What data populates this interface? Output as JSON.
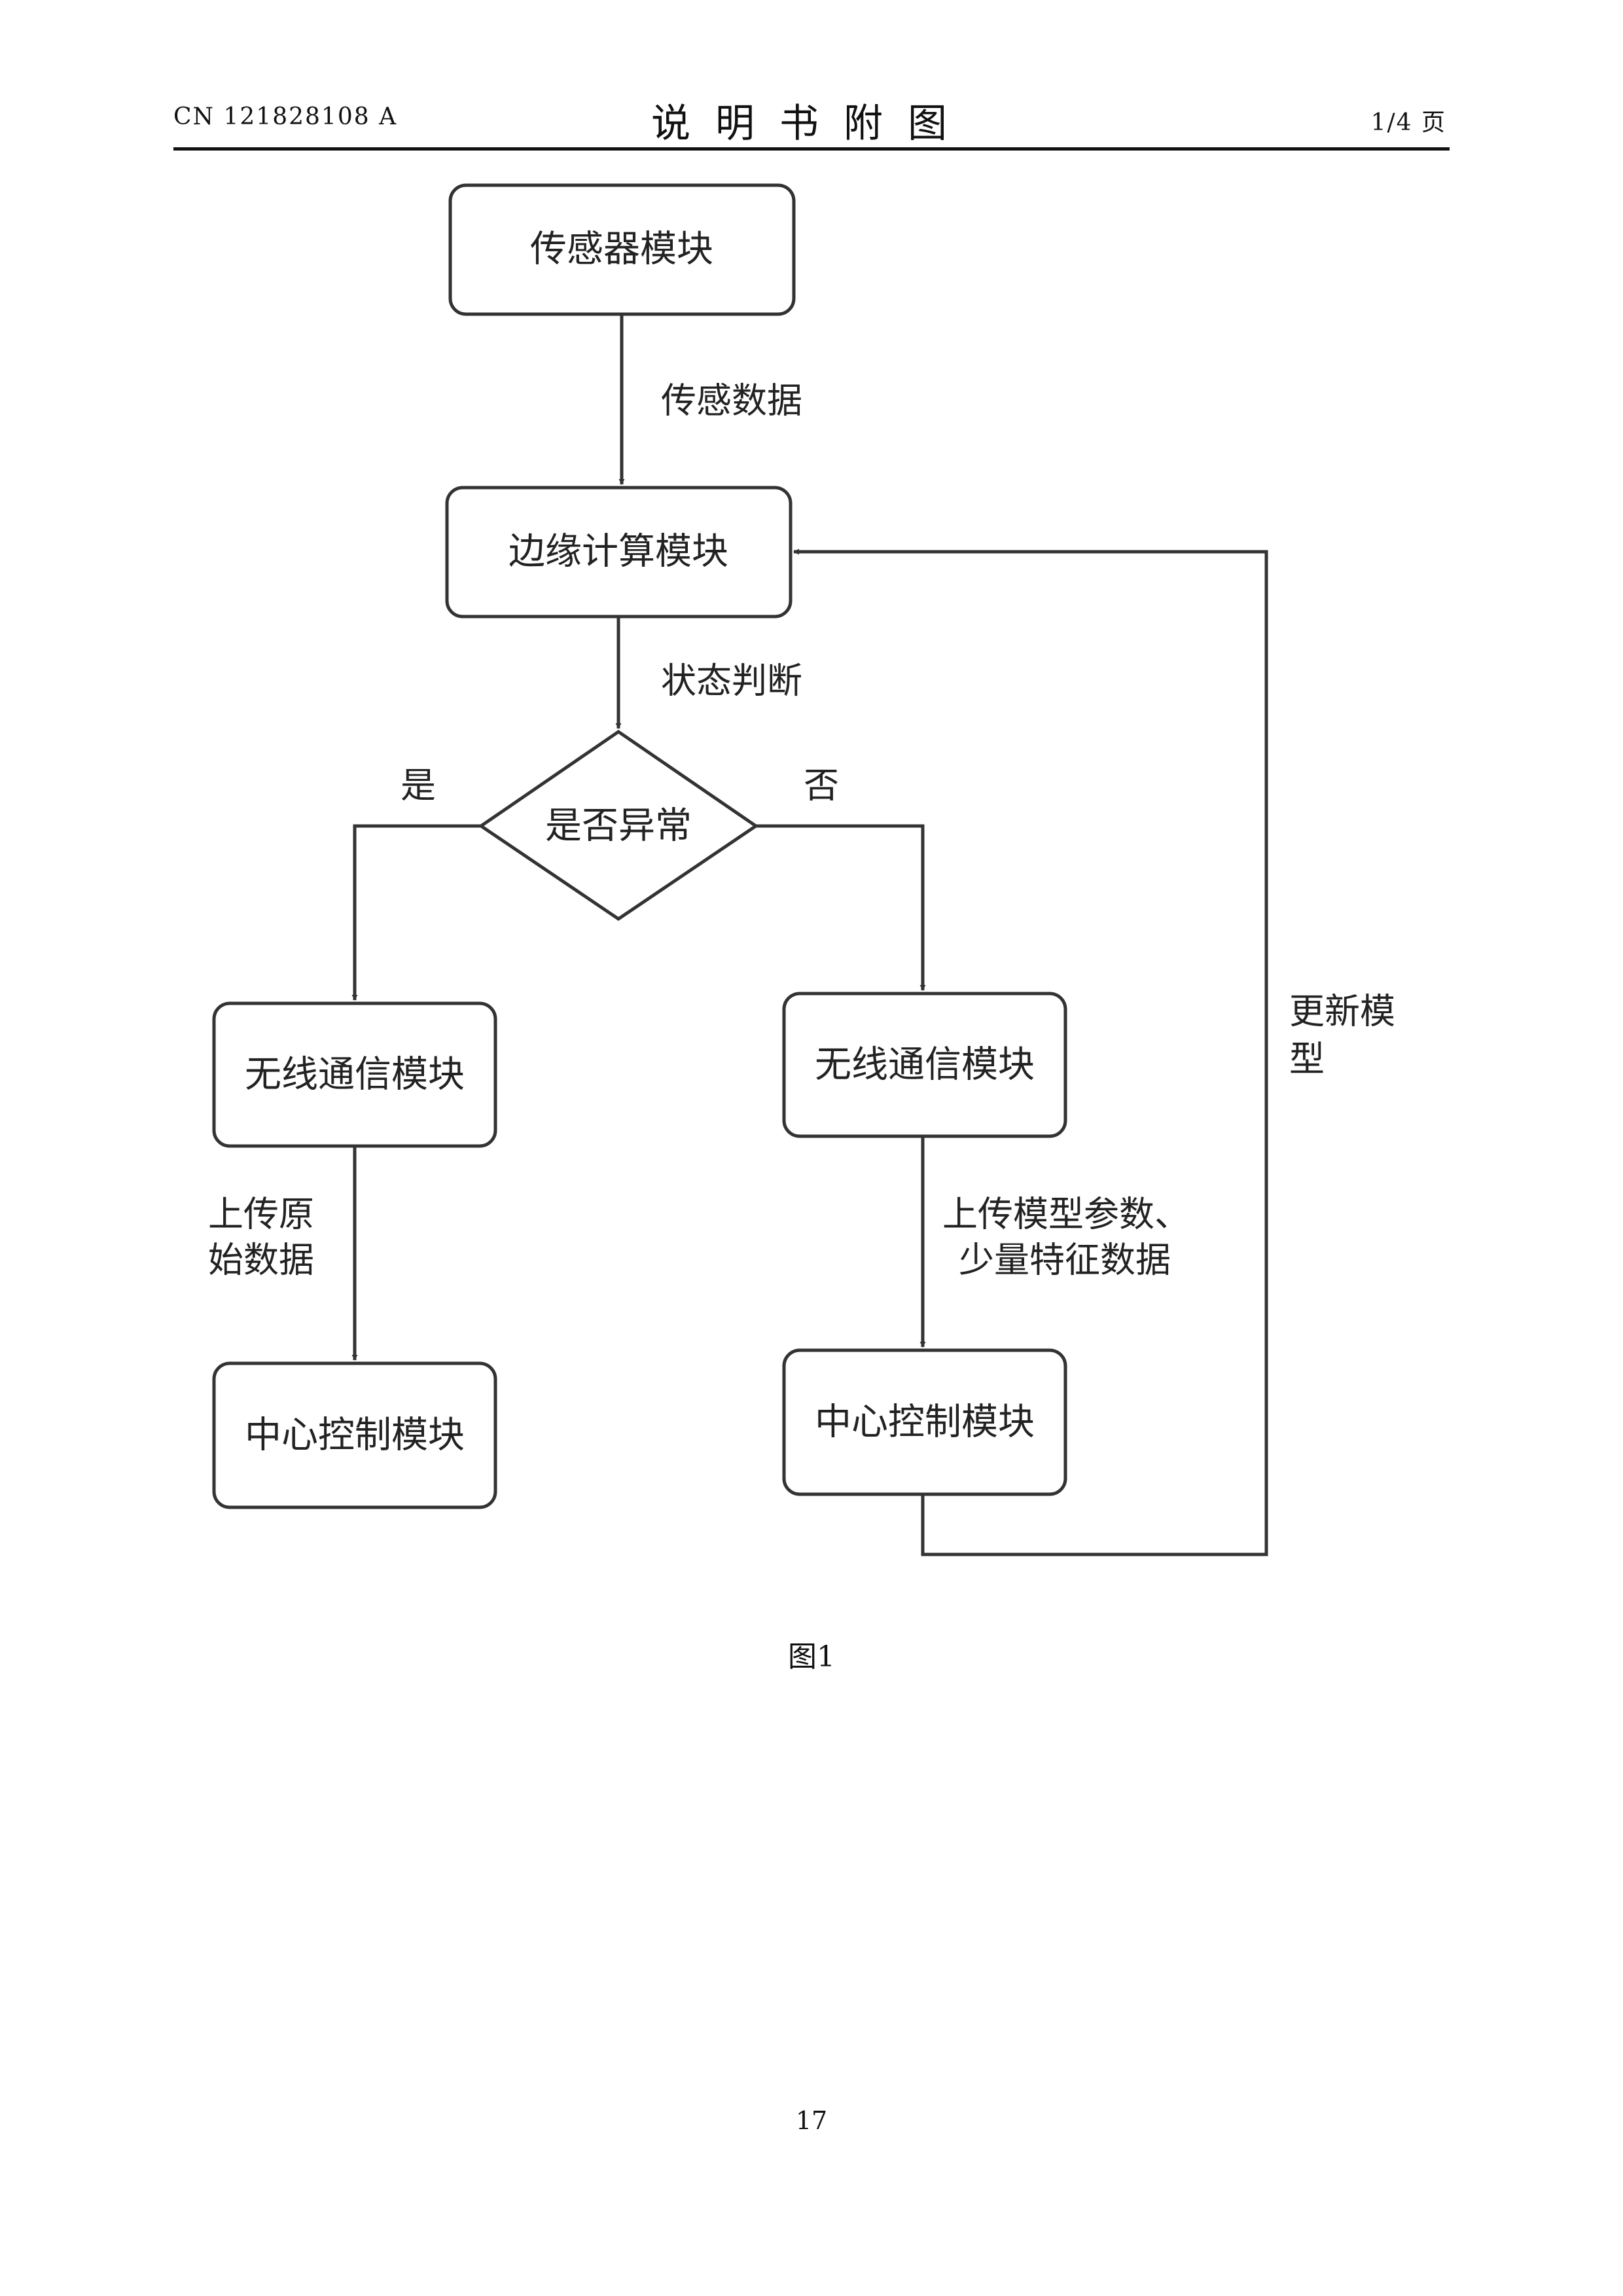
{
  "header": {
    "doc_number": "CN 121828108 A",
    "title": "说明书附图",
    "page_of": "1/4 页"
  },
  "diagram": {
    "nodes": {
      "sensor": "传感器模块",
      "edge": "边缘计算模块",
      "decision": "是否异常",
      "wireless_left": "无线通信模块",
      "wireless_right": "无线通信模块",
      "central_left": "中心控制模块",
      "central_right": "中心控制模块"
    },
    "edges": {
      "sensor_data": "传感数据",
      "state_judgment": "状态判断",
      "yes": "是",
      "no": "否",
      "upload_raw_1": "上传原",
      "upload_raw_2": "始数据",
      "upload_params_1": "上传模型参数、",
      "upload_params_2": "少量特征数据",
      "update_model_1": "更新模",
      "update_model_2": "型"
    }
  },
  "figure_caption": "图1",
  "page_number": "17"
}
